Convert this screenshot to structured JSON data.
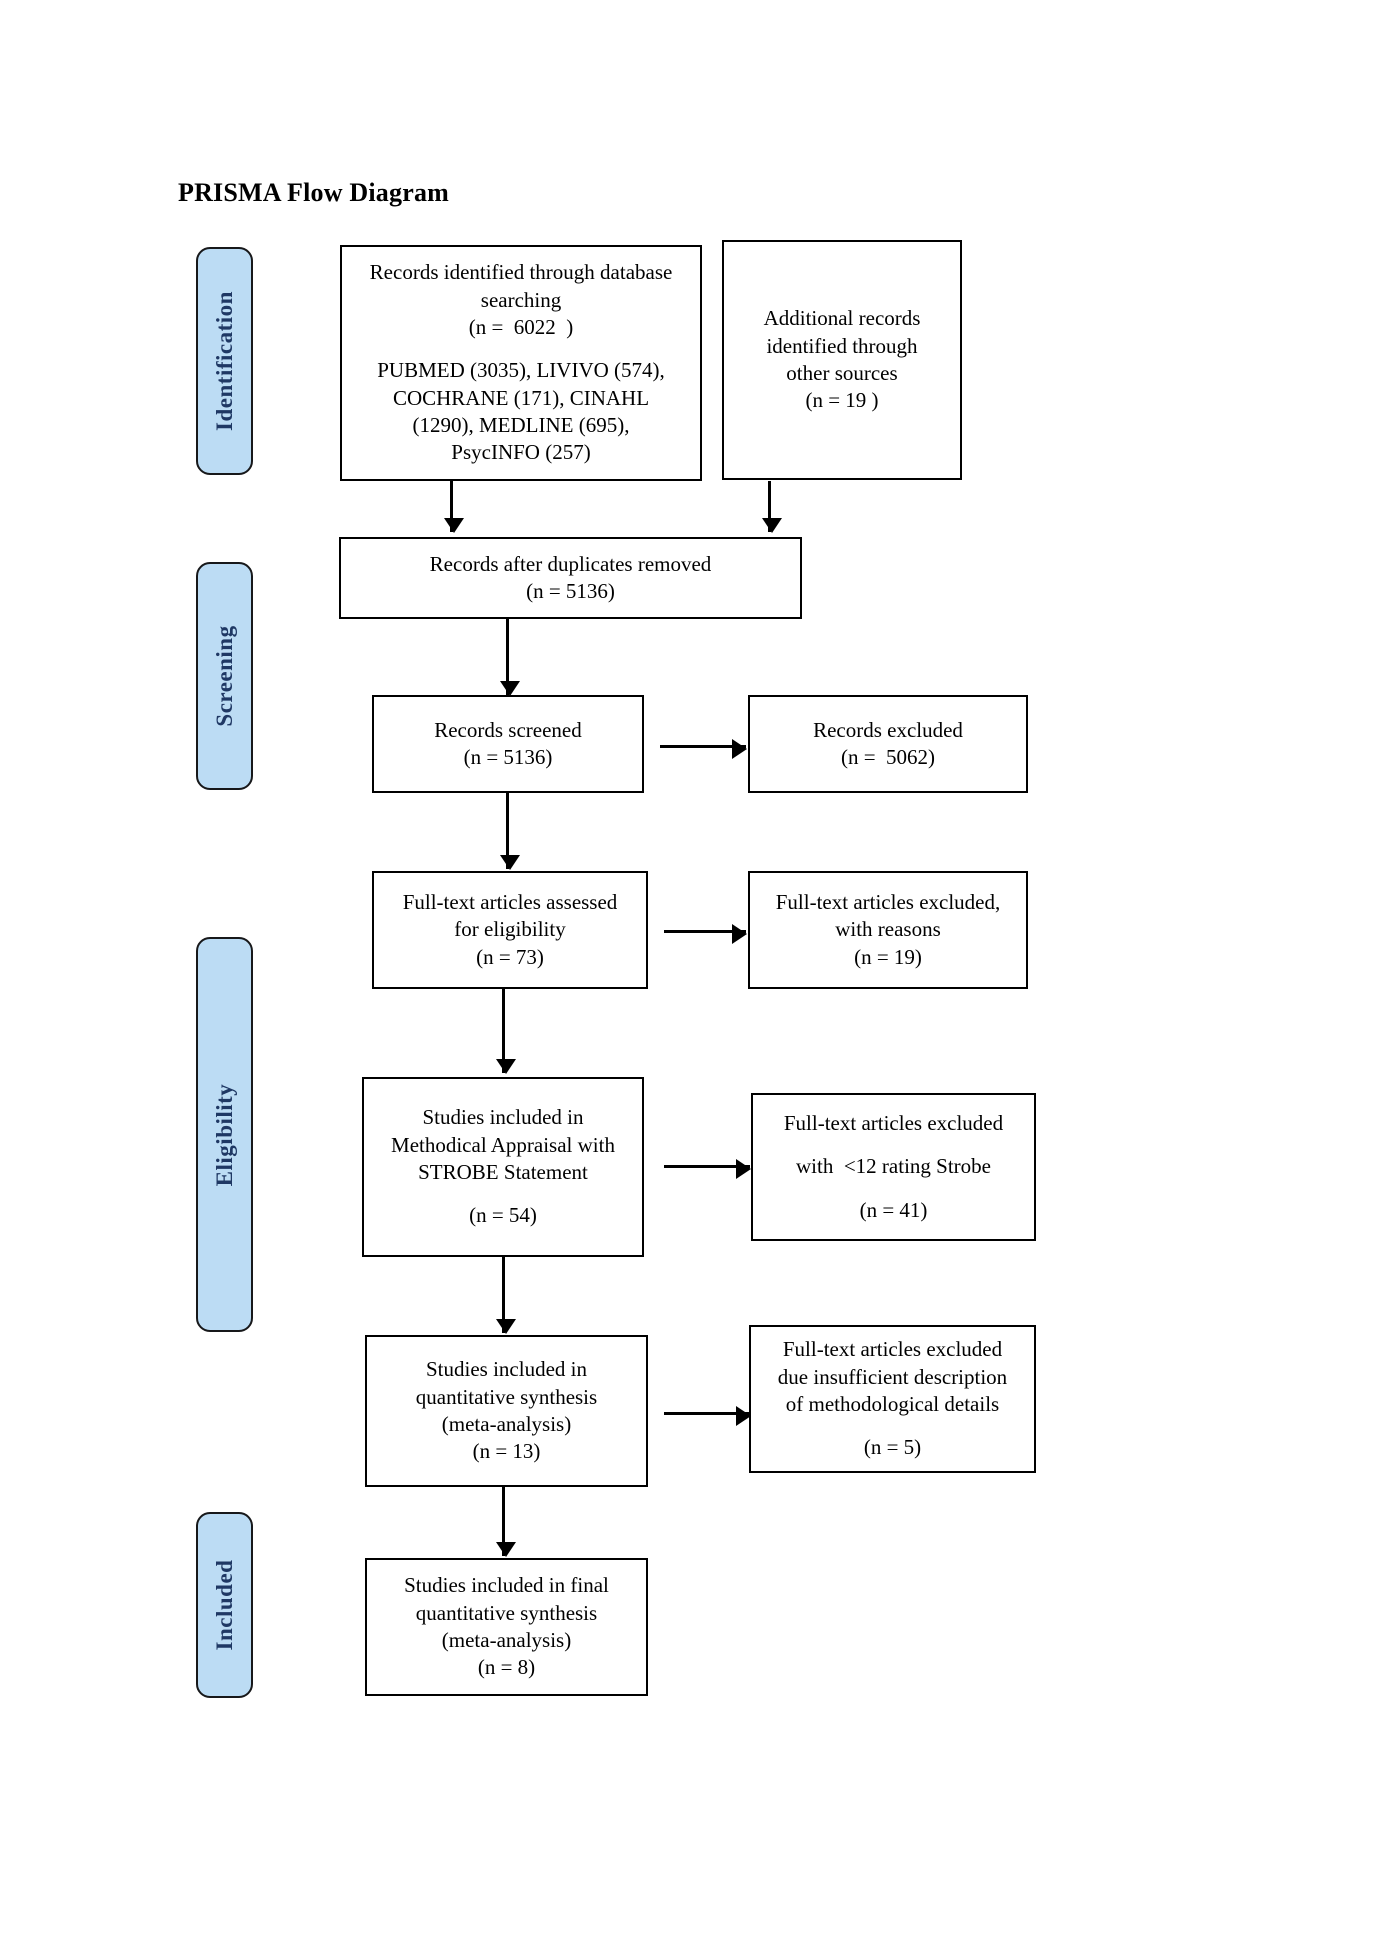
{
  "title": "PRISMA Flow Diagram",
  "colors": {
    "stage_fill": "#bcdcf4",
    "stage_text": "#1f3864",
    "box_border": "#000000",
    "arrow": "#000000"
  },
  "stages": [
    {
      "label": "Identification"
    },
    {
      "label": "Screening"
    },
    {
      "label": "Eligibility"
    },
    {
      "label": "Included"
    }
  ],
  "boxes": {
    "database_search": {
      "line1": "Records identified through database",
      "line2": "searching",
      "line3": "(n =  6022  )",
      "line4": "PUBMED (3035), LIVIVO (574),",
      "line5": "COCHRANE (171), CINAHL",
      "line6": "(1290), MEDLINE (695),",
      "line7": "PsycINFO (257)"
    },
    "other_sources": {
      "line1": "Additional records",
      "line2": "identified through",
      "line3": "other sources",
      "line4": "(n = 19 )"
    },
    "duplicates_removed": {
      "line1": "Records after duplicates removed",
      "line2": "(n = 5136)"
    },
    "records_screened": {
      "line1": "Records screened",
      "line2": "(n = 5136)"
    },
    "records_excluded": {
      "line1": "Records excluded",
      "line2": "(n =  5062)"
    },
    "fulltext_assessed": {
      "line1": "Full-text articles assessed",
      "line2": "for eligibility",
      "line3": "(n = 73)"
    },
    "fulltext_excluded_reasons": {
      "line1": "Full-text articles excluded,",
      "line2": "with reasons",
      "line3": "(n = 19)"
    },
    "strobe_appraisal": {
      "line1": "Studies included in",
      "line2": "Methodical Appraisal with",
      "line3": "STROBE Statement",
      "line4": "(n = 54)"
    },
    "excluded_strobe": {
      "line1": "Full-text articles excluded",
      "line2": "with  <12 rating Strobe",
      "line3": "(n = 41)"
    },
    "quantitative_synthesis": {
      "line1": "Studies included in",
      "line2": "quantitative synthesis",
      "line3": "(meta-analysis)",
      "line4": "(n = 13)"
    },
    "excluded_insufficient": {
      "line1": "Full-text articles excluded",
      "line2": "due insufficient description",
      "line3": "of methodological details",
      "line4": "(n = 5)"
    },
    "final_synthesis": {
      "line1": "Studies included in final",
      "line2": "quantitative synthesis",
      "line3": "(meta-analysis)",
      "line4": "(n = 8)"
    }
  }
}
